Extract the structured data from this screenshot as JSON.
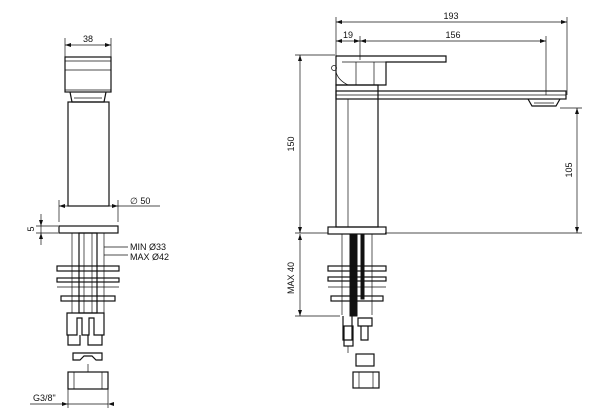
{
  "drawing": {
    "front_view": {
      "width_label": "38",
      "flange_diameter_label": "∅ 50",
      "flange_thickness_label": "5",
      "hole_min_label": "MIN Ø33",
      "hole_max_label": "MAX Ø42",
      "thread_label": "G3/8\""
    },
    "side_view": {
      "overall_length_label": "193",
      "body_offset_label": "19",
      "spout_length_label": "156",
      "total_height_label": "150",
      "spout_height_label": "105",
      "max_deck_label": "MAX 40"
    }
  }
}
